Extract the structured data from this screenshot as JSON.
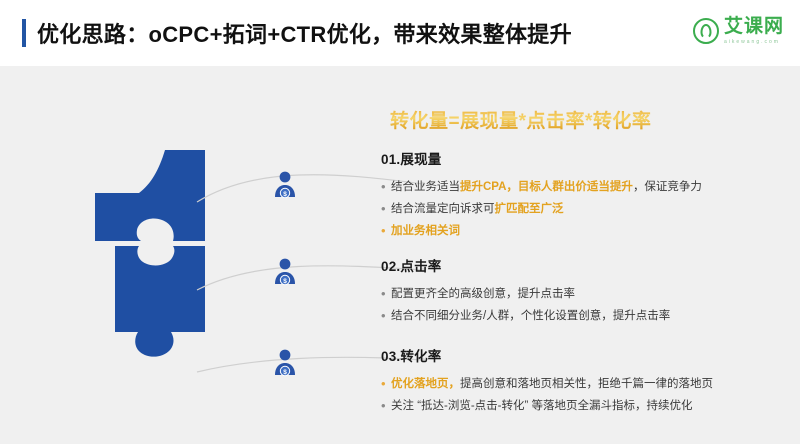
{
  "header": {
    "title": "优化思路：oCPC+拓词+CTR优化，带来效果整体提升",
    "accent_color": "#2255a4",
    "logo": {
      "name": "艾课网",
      "sub": "aikewang.com",
      "color": "#3bad4e",
      "icon": "circle-leaf-logo-icon"
    }
  },
  "graphic": {
    "name": "puzzle-number-one",
    "color": "#1f4fa3",
    "person_icon_label": "person-money-icon",
    "person_icon_color": "#2a54a8"
  },
  "formula": "转化量=展现量*点击率*转化率",
  "accent_color": "#e3a21f",
  "sections": [
    {
      "title": "01.展现量",
      "bullets": [
        {
          "accent": false,
          "parts": [
            {
              "text": "结合业务适当",
              "highlight": false
            },
            {
              "text": "提升CPA，目标人群出价适当提升",
              "highlight": true
            },
            {
              "text": "，保证竞争力",
              "highlight": false
            }
          ]
        },
        {
          "accent": false,
          "parts": [
            {
              "text": "结合流量定向诉求可",
              "highlight": false
            },
            {
              "text": "扩匹配至广泛",
              "highlight": true
            }
          ]
        },
        {
          "accent": true,
          "parts": [
            {
              "text": "加业务相关词",
              "highlight": true
            }
          ]
        }
      ]
    },
    {
      "title": "02.点击率",
      "bullets": [
        {
          "accent": false,
          "parts": [
            {
              "text": "配置更齐全的高级创意，提升点击率",
              "highlight": false
            }
          ]
        },
        {
          "accent": false,
          "parts": [
            {
              "text": "结合不同细分业务/人群，个性化设置创意，提升点击率",
              "highlight": false
            }
          ]
        }
      ]
    },
    {
      "title": "03.转化率",
      "bullets": [
        {
          "accent": true,
          "parts": [
            {
              "text": "优化落地页，",
              "highlight": true
            },
            {
              "text": "提高创意和落地页相关性，拒绝千篇一律的落地页",
              "highlight": false
            }
          ]
        },
        {
          "accent": false,
          "parts": [
            {
              "text": "关注 “抵达-浏览-点击-转化” 等落地页全漏斗指标，持续优化",
              "highlight": false
            }
          ]
        }
      ]
    }
  ]
}
